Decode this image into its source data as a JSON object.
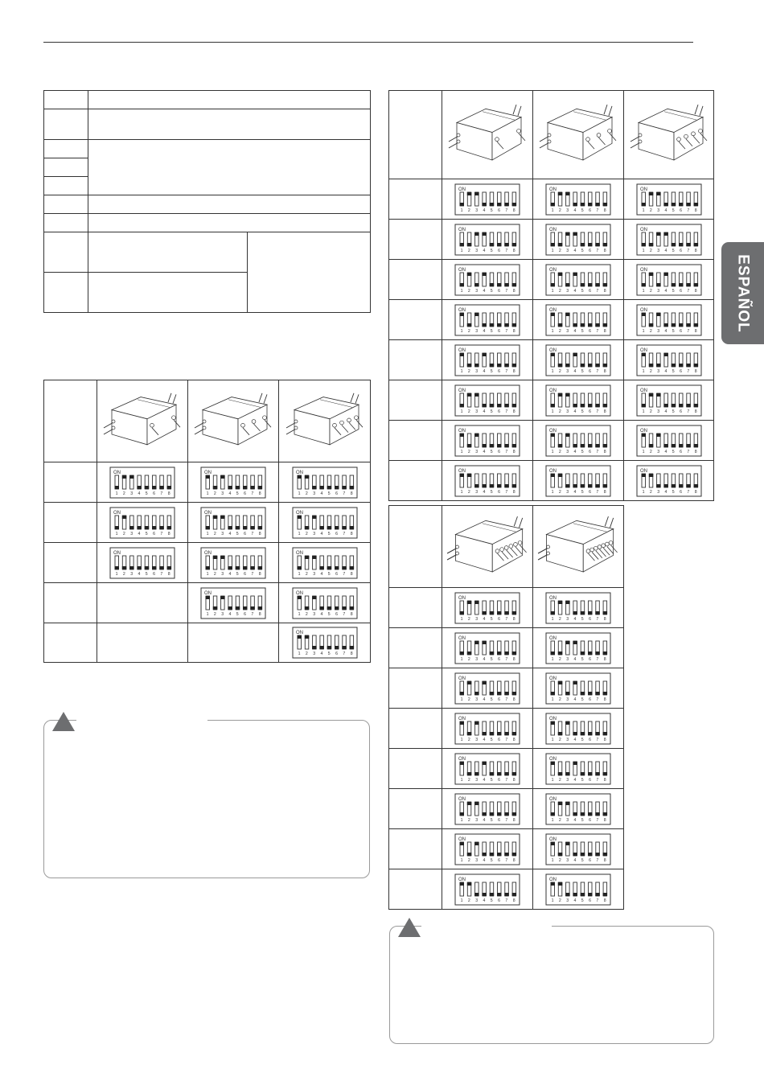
{
  "page": {
    "side_tab_label": "ESPAÑOL"
  },
  "dip_switch": {
    "on_label": "ON",
    "numbers": [
      "1",
      "2",
      "3",
      "4",
      "5",
      "6",
      "7",
      "8"
    ]
  },
  "dip_settings": {
    "t1": [
      [
        2,
        3
      ],
      [
        3
      ],
      [],
      null,
      null
    ],
    "t1b": [
      [
        1,
        3
      ],
      [
        1,
        2
      ],
      [
        2,
        3
      ],
      [
        3
      ],
      null
    ],
    "t1c": [
      [
        1,
        2
      ],
      [
        1,
        3
      ],
      [
        3,
        4
      ],
      [
        3,
        4
      ],
      [
        2,
        3
      ]
    ],
    "rA": [
      [
        2,
        3
      ],
      [
        1,
        3
      ],
      [
        2,
        3
      ],
      [
        1,
        4
      ],
      [
        2,
        3
      ],
      [
        1,
        4
      ],
      [
        1,
        4
      ],
      [
        2,
        4
      ]
    ],
    "rB": [
      [
        2,
        3
      ],
      [
        1,
        3
      ],
      [
        2,
        3
      ],
      [
        1,
        4
      ],
      [
        2,
        3
      ],
      [
        1,
        4
      ],
      [
        1,
        4
      ],
      [
        2,
        4
      ]
    ]
  },
  "colors": {
    "line": "#333333",
    "tab": "#6d6e70",
    "note_border": "#9a9a9a",
    "warn": "#6d6e70"
  }
}
